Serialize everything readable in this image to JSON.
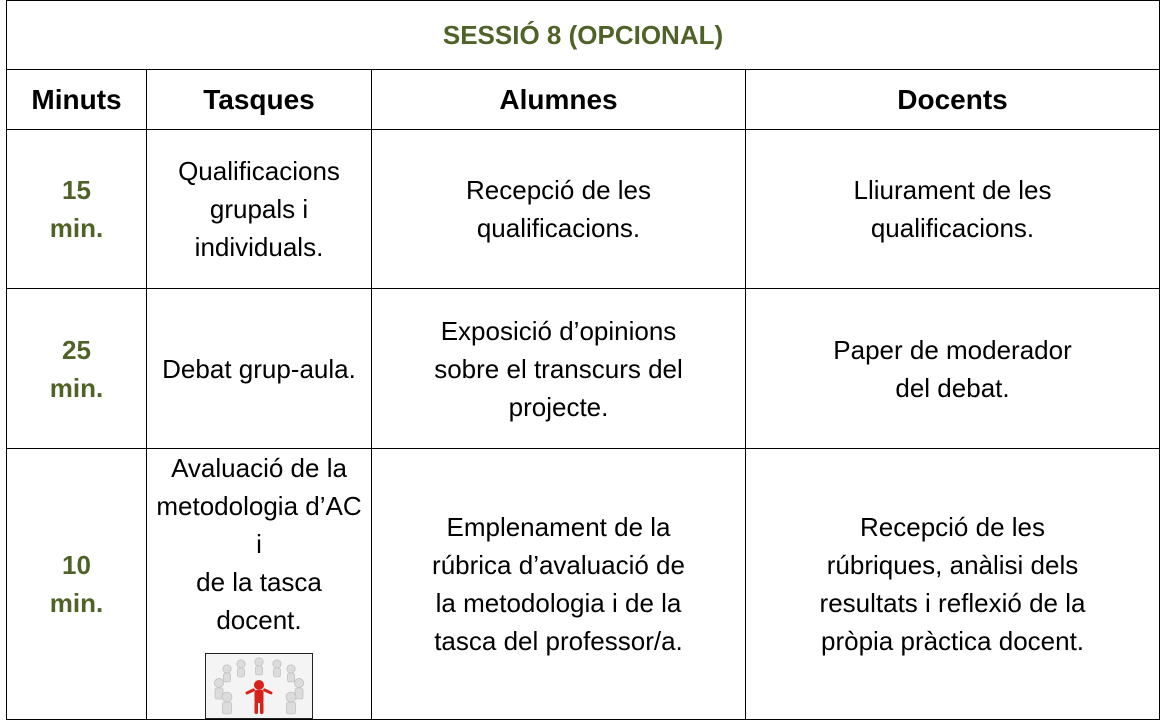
{
  "title": "SESSIÓ 8 (OPCIONAL)",
  "headers": {
    "minutes": "Minuts",
    "tasks": "Tasques",
    "students": "Alumnes",
    "teachers": "Docents"
  },
  "rows": [
    {
      "minutes": [
        "15",
        "min."
      ],
      "task": [
        "Qualificacions",
        "grupals i",
        "individuals."
      ],
      "students": [
        "Recepció de les",
        "qualificacions."
      ],
      "teachers": [
        "Lliurament de les",
        "qualificacions."
      ]
    },
    {
      "minutes": [
        "25",
        "min."
      ],
      "task": [
        "Debat grup-aula."
      ],
      "students": [
        "Exposició d’opinions",
        "sobre el transcurs del",
        "projecte."
      ],
      "teachers": [
        "Paper de moderador",
        "del debat."
      ]
    },
    {
      "minutes": [
        "10",
        "min."
      ],
      "task": [
        "Avaluació de la",
        "metodologia d’AC i",
        "de la tasca docent."
      ],
      "students": [
        "Emplenament de la",
        "rúbrica d’avaluació de",
        "la metodologia i de la",
        "tasca del professor/a."
      ],
      "teachers": [
        "Recepció de les",
        "rúbriques, anàlisi dels",
        "resultats i reflexió de la",
        "pròpia pràctica docent."
      ]
    }
  ],
  "colors": {
    "accent_green": "#4f6228",
    "figure_red": "#d9211b",
    "figure_grey": "#e6e6e6"
  },
  "image": {
    "icon": "team-circle-figures-icon"
  }
}
